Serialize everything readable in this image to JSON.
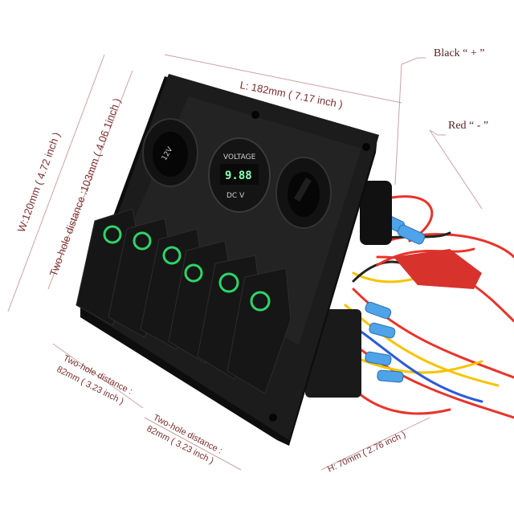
{
  "dimensions": {
    "length": "L: 182mm ( 7.17 inch )",
    "width": "W:120mm ( 4.72 inch )",
    "hole_vertical": "Two-hole distance :103mm ( 4.06 1inch )",
    "hole_bottom_1_line1": "Two-hole distance :",
    "hole_bottom_1_line2": "82mm ( 3.23 inch )",
    "hole_bottom_2_line1": "Two-hole distance :",
    "hole_bottom_2_line2": "82mm ( 3.23 inch )",
    "height": "H: 70mm ( 2.76 inch )"
  },
  "wires": {
    "black_label": "Black “ + ”",
    "red_label": "Red “ - ”"
  },
  "panel": {
    "socket_label": "12V",
    "voltmeter_title": "VOLTAGE",
    "voltmeter_reading": "9.88",
    "voltmeter_units": "DC   V"
  },
  "colors": {
    "panel": "#1c1c1c",
    "switch_led": "#2fd46a",
    "dimension_line": "#c9a3a3",
    "wire_red": "#e8342b",
    "wire_yellow": "#f5c400",
    "wire_blue": "#2a5bd7",
    "terminal_blue": "#4fa3e8"
  }
}
